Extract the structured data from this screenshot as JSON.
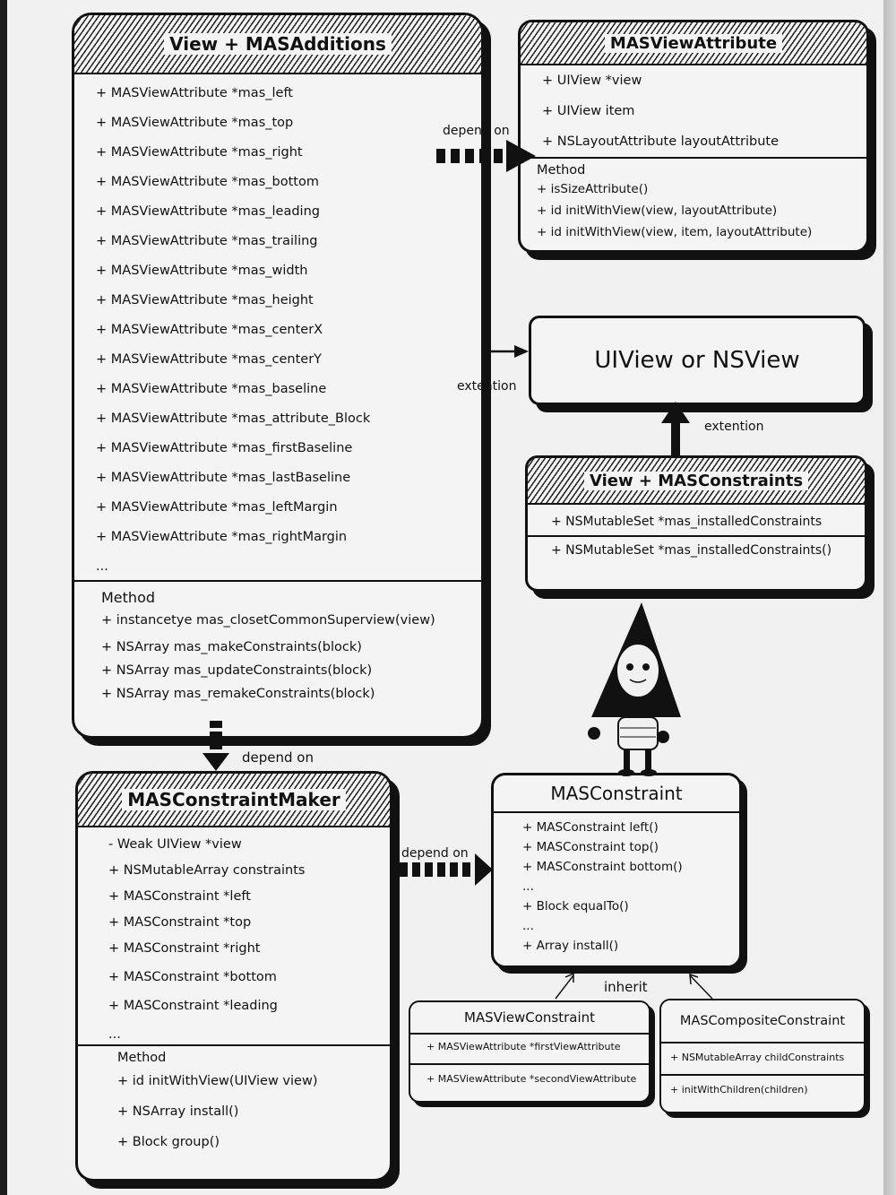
{
  "view_mas_additions": {
    "title": "View + MASAdditions",
    "properties": [
      "+ MASViewAttribute   *mas_left",
      "+ MASViewAttribute   *mas_top",
      "+ MASViewAttribute   *mas_right",
      "+ MASViewAttribute   *mas_bottom",
      "+ MASViewAttribute   *mas_leading",
      "+ MASViewAttribute   *mas_trailing",
      "+ MASViewAttribute   *mas_width",
      "+ MASViewAttribute   *mas_height",
      "+ MASViewAttribute   *mas_centerX",
      "+ MASViewAttribute   *mas_centerY",
      "+ MASViewAttribute   *mas_baseline",
      "+ MASViewAttribute   *mas_attribute_Block",
      "+ MASViewAttribute   *mas_firstBaseline",
      "+ MASViewAttribute   *mas_lastBaseline",
      "+ MASViewAttribute   *mas_leftMargin",
      "+ MASViewAttribute   *mas_rightMargin",
      "..."
    ],
    "method_header": "Method",
    "methods": [
      "+ instancetye mas_closetCommonSuperview(view)",
      "+ NSArray mas_makeConstraints(block)",
      "+ NSArray mas_updateConstraints(block)",
      "+ NSArray mas_remakeConstraints(block)"
    ]
  },
  "mas_view_attribute": {
    "title": "MASViewAttribute",
    "properties": [
      "+ UIView  *view",
      "+ UIView  item",
      "+ NSLayoutAttribute  layoutAttribute"
    ],
    "method_header": "Method",
    "methods": [
      "+ isSizeAttribute()",
      "+ id initWithView(view, layoutAttribute)",
      "+ id initWithView(view, item, layoutAttribute)"
    ]
  },
  "uiview_box": {
    "title": "UIView or NSView"
  },
  "view_mas_constraints": {
    "title": "View + MASConstraints",
    "properties": [
      "+ NSMutableSet  *mas_installedConstraints"
    ],
    "methods": [
      "+ NSMutableSet  *mas_installedConstraints()"
    ]
  },
  "mas_constraint_maker": {
    "title": "MASConstraintMaker",
    "properties": [
      "- Weak UIView  *view",
      "+ NSMutableArray  constraints",
      "+ MASConstraint  *left",
      "+ MASConstraint  *top",
      "+ MASConstraint  *right",
      "+ MASConstraint  *bottom",
      "+ MASConstraint  *leading",
      "..."
    ],
    "method_header": "Method",
    "methods": [
      "+ id initWithView(UIView view)",
      "+ NSArray install()",
      "+ Block  group()"
    ]
  },
  "mas_constraint": {
    "title": "MASConstraint",
    "members": [
      "+ MASConstraint  left()",
      "+ MASConstraint  top()",
      "+ MASConstraint  bottom()",
      "...",
      "+ Block  equalTo()",
      "...",
      "+ Array  install()"
    ]
  },
  "mas_view_constraint": {
    "title": "MASViewConstraint",
    "properties": [
      "+ MASViewAttribute *firstViewAttribute"
    ],
    "methods": [
      "+ MASViewAttribute *secondViewAttribute"
    ]
  },
  "mas_composite_constraint": {
    "title": "MASCompositeConstraint",
    "properties": [
      "+ NSMutableArray  childConstraints"
    ],
    "methods": [
      "+ initWithChildren(children)"
    ]
  },
  "labels": {
    "depend_on_top": "depend on",
    "extention_left": "extention",
    "extention_up": "extention",
    "depend_on_bottom": "depend on",
    "depend_on_right": "depend on",
    "inherit": "inherit"
  }
}
